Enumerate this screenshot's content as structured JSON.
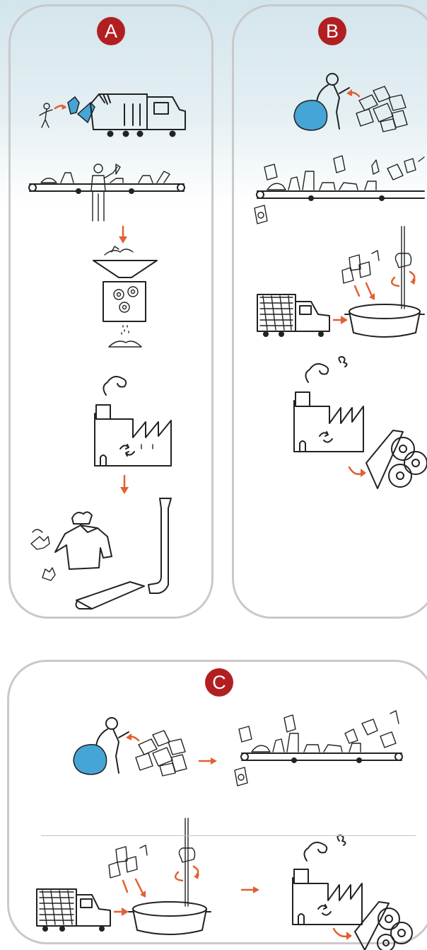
{
  "panels": {
    "a": {
      "badge": "A"
    },
    "b": {
      "badge": "B"
    },
    "c": {
      "badge": "C"
    }
  },
  "colors": {
    "badge": "#b21f23",
    "arrow": "#e26031",
    "bag_blue": "#45a5d6",
    "panel_border": "#c9c9c9",
    "sky": "#d3e5ec"
  }
}
